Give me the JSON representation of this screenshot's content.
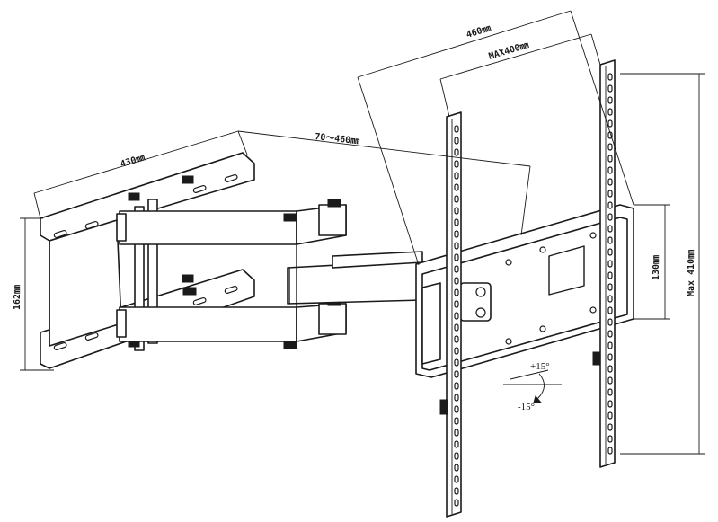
{
  "dimensions": {
    "panel_width": "460㎜",
    "max_vesa_width": "MAX400㎜",
    "arm_extension": "70～460㎜",
    "wall_plate_width": "430㎜",
    "wall_plate_height": "162㎜",
    "tv_bracket_height": "130㎜",
    "max_vesa_height": "Max 410㎜"
  },
  "tilt": {
    "up": "+15°",
    "down": "-15°"
  },
  "colors": {
    "line": "#1a1a1a",
    "background": "#ffffff"
  }
}
